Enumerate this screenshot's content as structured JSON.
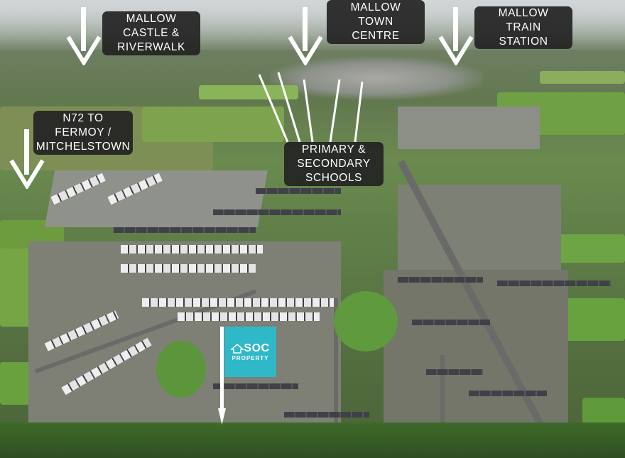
{
  "labels": {
    "castle": "MALLOW\nCASTLE &\nRIVERWALK",
    "town_centre": "MALLOW\nTOWN\nCENTRE",
    "train_station": "MALLOW\nTRAIN\nSTATION",
    "n72": "N72 TO\nFERMOY /\nMITCHELSTOWN",
    "schools": "PRIMARY &\nSECONDARY\nSCHOOLS"
  },
  "logo": {
    "main": "SOC",
    "sub": "PROPERTY",
    "icon": "house-icon",
    "color": "#2fb8c7"
  },
  "colors": {
    "label_bg": "#232323",
    "arrow": "#ffffff"
  }
}
